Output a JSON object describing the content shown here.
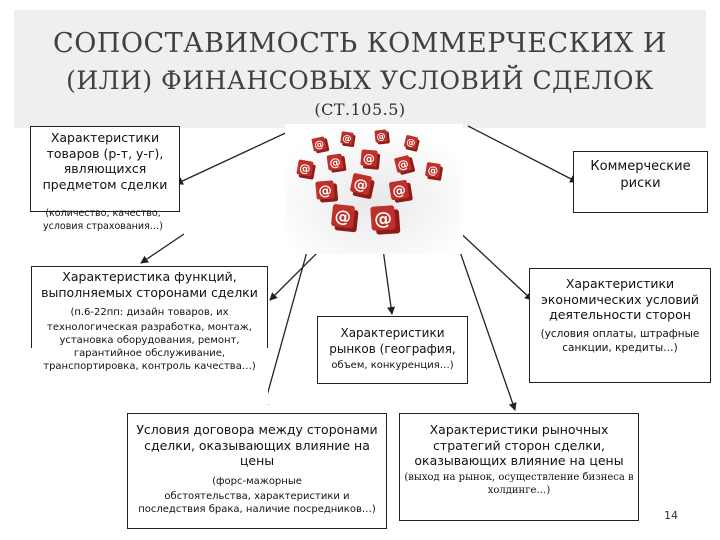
{
  "title": {
    "line1": "СОПОСТАВИМОСТЬ КОММЕРЧЕСКИХ И",
    "line2": "(ИЛИ) ФИНАНСОВЫХ УСЛОВИЙ СДЕЛОК",
    "line3": "(СТ.105.5)"
  },
  "boxes": {
    "goods": {
      "main": "Характеристики товаров (р-т, у-г), являющихся предметом сделки",
      "sub": "(количество, качество, условия страхования…)"
    },
    "risks": {
      "main": "Коммерческие риски"
    },
    "functions": {
      "main": "Характеристика функций, выполняемых сторонами сделки",
      "inline_prefix": "(п.6-22пп: дизайн товаров, их",
      "sub": "технологическая разработка, монтаж, установка оборудования, ремонт, гарантийное обслуживание, транспортировка, контроль качества…)"
    },
    "markets": {
      "main": "Характеристики рынков",
      "main_suffix": "(география,",
      "sub": "объем, конкуренция…)"
    },
    "economic": {
      "main": "Характеристики экономических условий деятельности сторон",
      "sub": "(условия оплаты, штрафные санкции, кредиты…)"
    },
    "contract": {
      "main": "Условия договора между сторонами сделки, оказывающих влияние на цены",
      "inline_prefix": "(форс-мажорные",
      "sub": "обстоятельства, характеристики и последствия брака, наличие посредников…)"
    },
    "strategies": {
      "main": "Характеристики рыночных стратегий сторон сделки, оказывающих влияние на цены",
      "sub": "(выход на рынок, осуществление бизнеса в холдинге…)"
    }
  },
  "page_number": "14",
  "image": {
    "description_icon": "red-at-sign-dice-icon",
    "die_color": "#c0302a",
    "die_dark_color": "#8e1d1a",
    "die_symbol": "@"
  },
  "colors": {
    "connector": "#222222",
    "title_text": "#404040",
    "title_band": "#efefef"
  }
}
